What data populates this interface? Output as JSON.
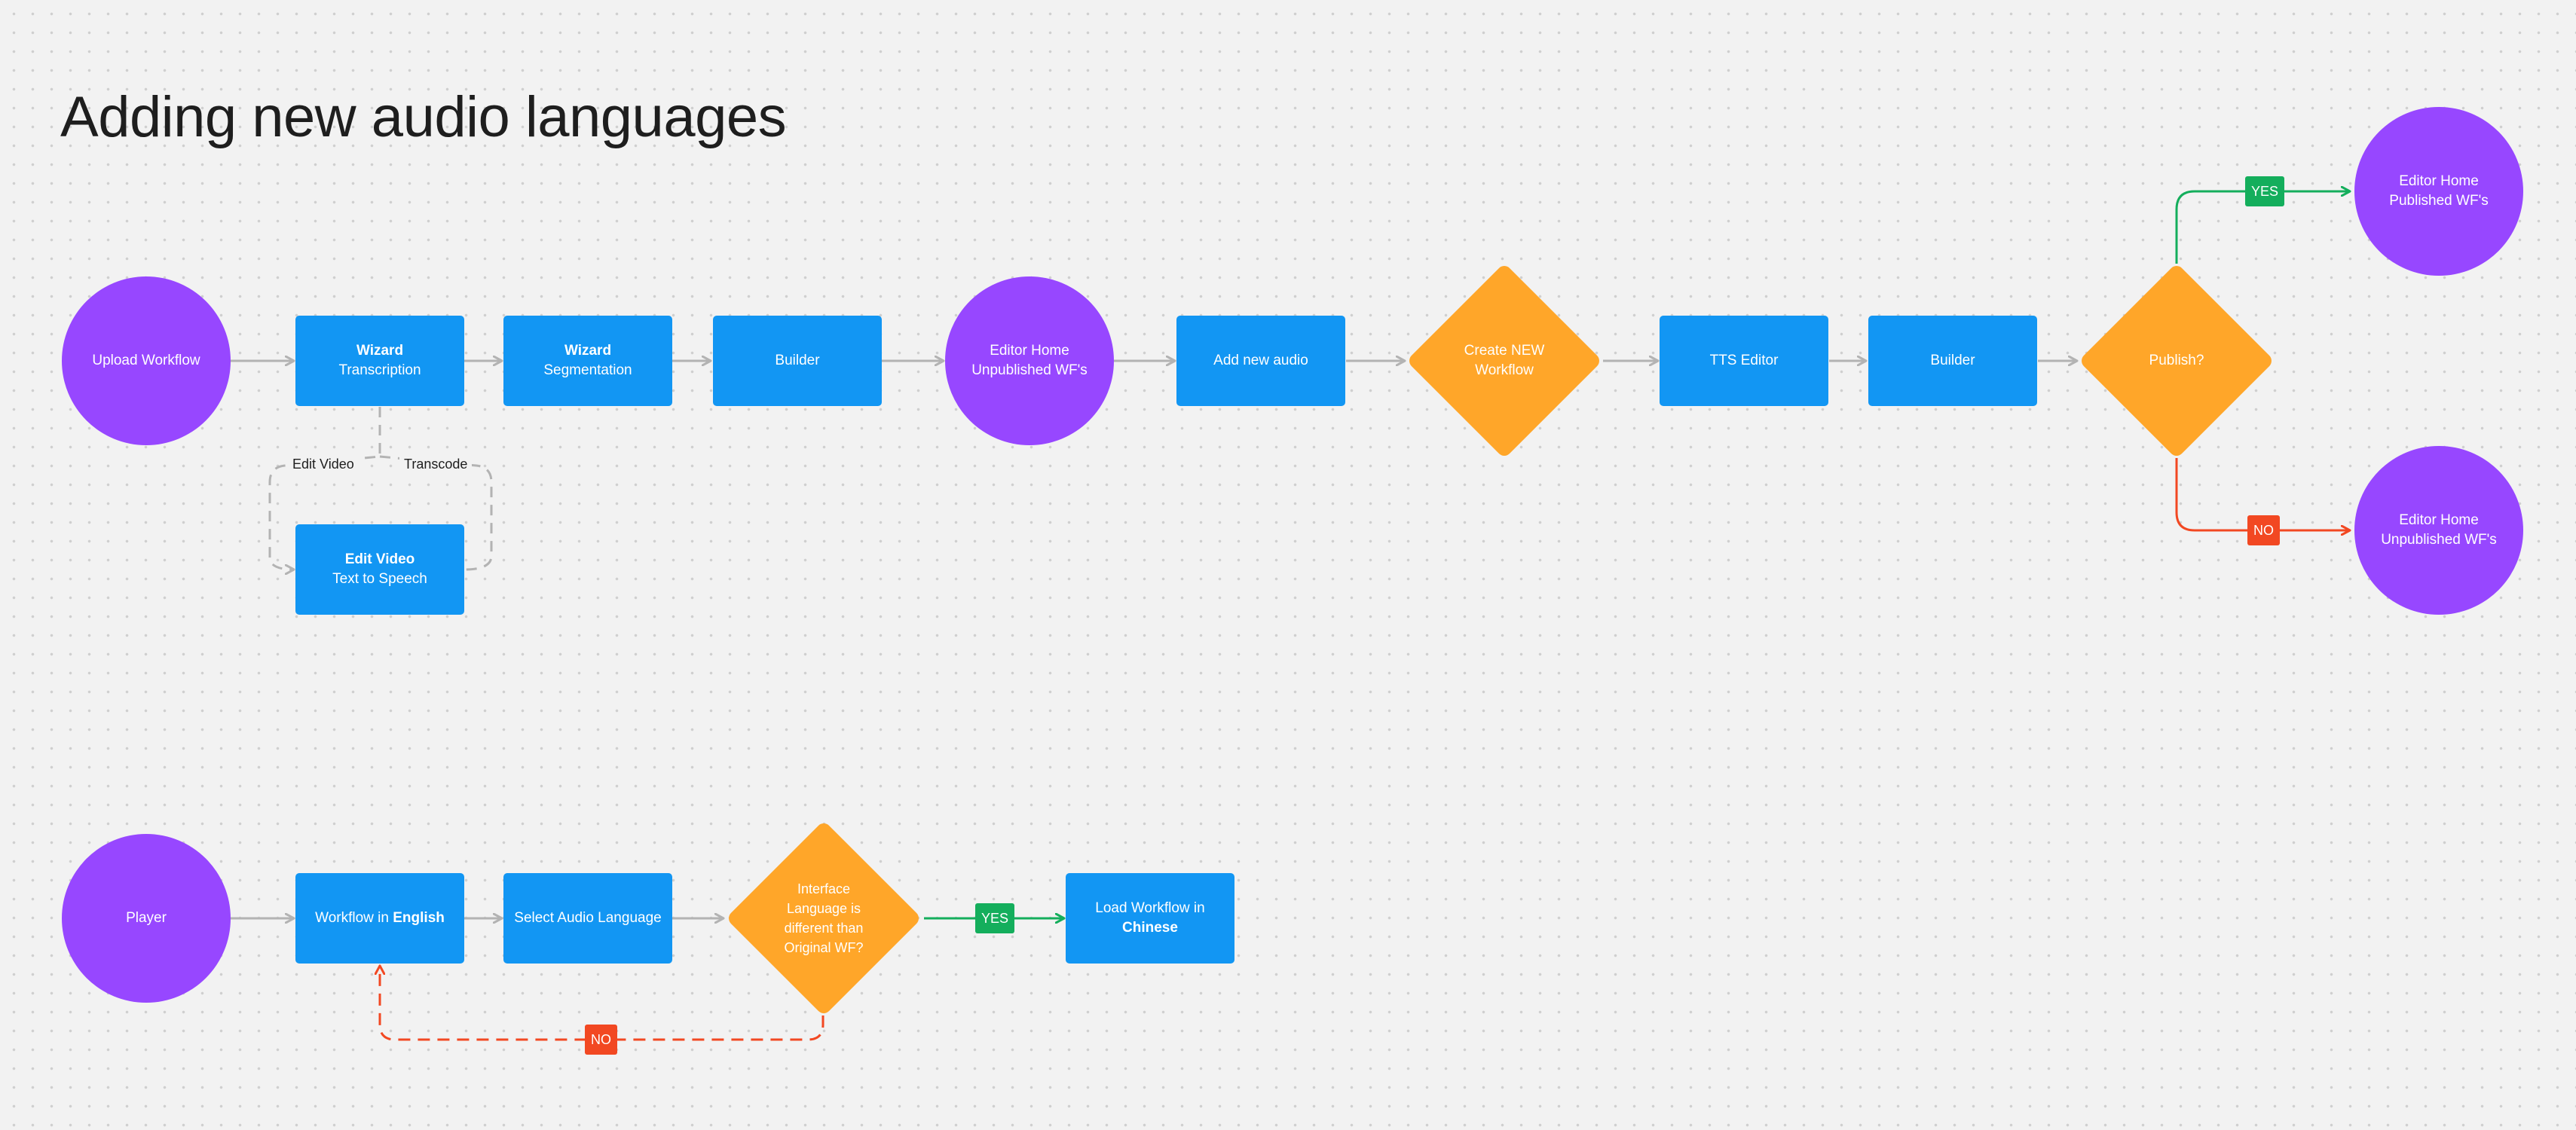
{
  "title": "Adding new audio languages",
  "colors": {
    "process": "#1296f3",
    "terminal": "#9747ff",
    "decision": "#ffa629",
    "yes": "#14ae5c",
    "no": "#f24822",
    "connector": "#b3b3b3"
  },
  "flow1": {
    "upload": "Upload Workflow",
    "wizard1_title": "Wizard",
    "wizard1_sub": "Transcription",
    "wizard2_title": "Wizard",
    "wizard2_sub": "Segmentation",
    "builder1": "Builder",
    "editor_home1_l1": "Editor Home",
    "editor_home1_l2": "Unpublished WF's",
    "add_audio": "Add new audio",
    "create_l1": "Create NEW",
    "create_l2": "Workflow",
    "tts": "TTS Editor",
    "builder2": "Builder",
    "publish": "Publish?",
    "yes": "YES",
    "no": "NO",
    "published_l1": "Editor Home",
    "published_l2": "Published WF's",
    "unpublished_l1": "Editor Home",
    "unpublished_l2": "Unpublished WF's",
    "edit_video_edge": "Edit Video",
    "transcode_edge": "Transcode",
    "edit_video_title": "Edit Video",
    "edit_video_sub": "Text to Speech"
  },
  "flow2": {
    "player": "Player",
    "workflow_pre": "Workflow in ",
    "workflow_lang": "English",
    "select_audio": "Select Audio Language",
    "decision_l1": "Interface",
    "decision_l2": "Language is",
    "decision_l3": "different than",
    "decision_l4": "Original WF?",
    "yes": "YES",
    "no": "NO",
    "load_l1": "Load Workflow in",
    "load_l2": "Chinese"
  }
}
